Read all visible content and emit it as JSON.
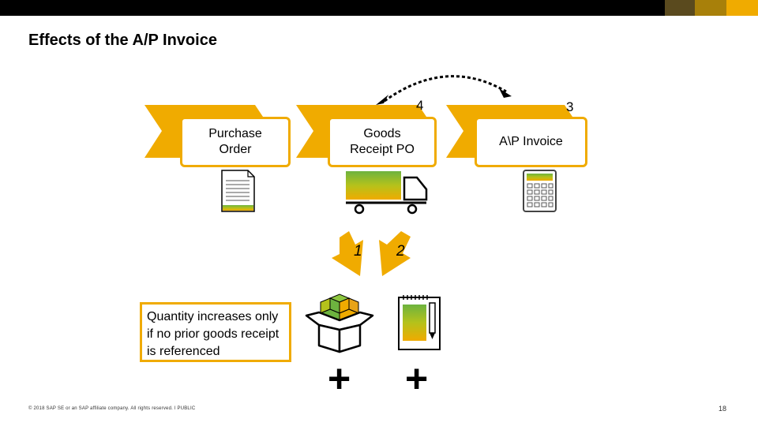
{
  "title": "Effects of the A/P Invoice",
  "boxes": {
    "purchase_order": "Purchase\nOrder",
    "goods_receipt": "Goods\nReceipt PO",
    "ap_invoice": "A\\P Invoice"
  },
  "numbers": {
    "n4": "4",
    "n3": "3",
    "n1": "1",
    "n2": "2"
  },
  "note": "Quantity increases only if no prior goods receipt is referenced",
  "plus_sign": "+",
  "footer": "© 2018 SAP SE or an SAP affiliate company. All rights reserved.  ǀ  PUBLIC",
  "page_number": "18",
  "colors": {
    "accent": "#f0ab00",
    "green": "#6db33f",
    "dark": "#000000"
  }
}
